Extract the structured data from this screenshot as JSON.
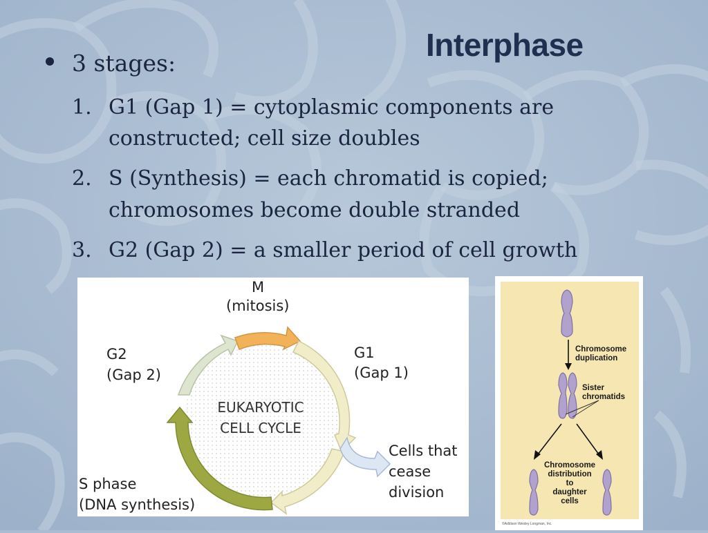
{
  "slide": {
    "title": "Interphase",
    "bullet": "3 stages:",
    "stages": [
      {
        "number": "1.",
        "line1": "G1 (Gap 1) = cytoplasmic components are",
        "line2": "constructed;  cell size doubles"
      },
      {
        "number": "2.",
        "line1": "S (Synthesis) = each chromatid is copied;",
        "line2": "chromosomes become double stranded"
      },
      {
        "number": "3.",
        "line1": "G2 (Gap 2) = a smaller period of cell growth",
        "line2": ""
      }
    ]
  },
  "cycle_figure": {
    "m_label": "M",
    "m_sub": "(mitosis)",
    "g1_label": "G1",
    "g1_sub": "(Gap 1)",
    "g2_label": "G2",
    "g2_sub": "(Gap 2)",
    "s_label": "S phase",
    "s_sub": "(DNA synthesis)",
    "center_line1": "EUKARYOTIC",
    "center_line2": "CELL CYCLE",
    "exit_line1": "Cells that",
    "exit_line2": "cease",
    "exit_line3": "division"
  },
  "chromosome_figure": {
    "duplication_line1": "Chromosome",
    "duplication_line2": "duplication",
    "sister_line1": "Sister",
    "sister_line2": "chromatids",
    "distribution_line1": "Chromosome",
    "distribution_line2": "distribution",
    "distribution_line3": "to",
    "distribution_line4": "daughter",
    "distribution_line5": "cells",
    "copyright": "©Addison Wesley Longman, Inc."
  },
  "colors": {
    "background": "#a9bcd2",
    "title": "#1f2f4f",
    "text": "#1b2540",
    "m_arrow": "#f2b25a",
    "g1_arrow": "#f1edc8",
    "s_arrow": "#9da842",
    "g2_arrow": "#dde4cf",
    "chromosome_fill": "#b0a2cc",
    "chromosome_panel": "#f6e7b2"
  }
}
